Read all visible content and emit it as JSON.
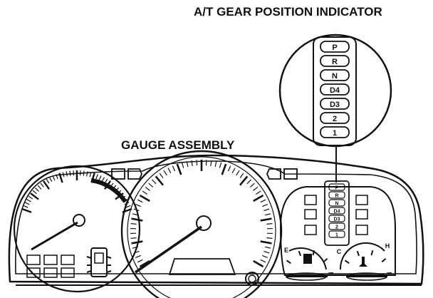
{
  "labels": {
    "gear_indicator": "A/T GEAR POSITION INDICATOR",
    "gauge_assembly": "GAUGE ASSEMBLY"
  },
  "gear_positions": [
    "P",
    "R",
    "N",
    "D4",
    "D3",
    "2",
    "1"
  ],
  "gear_positions_small": [
    "P",
    "R",
    "N",
    "D4",
    "D3",
    "2",
    "1"
  ],
  "temp_gauge": {
    "cold": "C",
    "hot": "H"
  },
  "fuel_gauge": {
    "empty": "E"
  }
}
